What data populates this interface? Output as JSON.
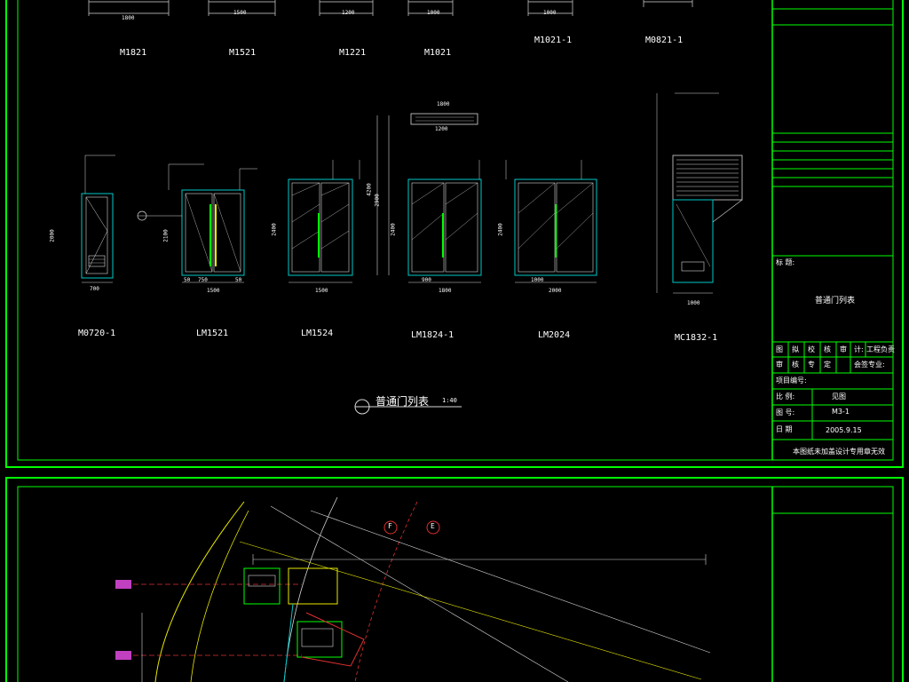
{
  "top_sheet": {
    "table_title": "普通门列表",
    "table_scale": "1:40",
    "row1_codes": [
      "M1821",
      "M1521",
      "M1221",
      "M1021",
      "M1021-1",
      "M0821-1"
    ],
    "row1_widths": [
      "1800",
      "1500",
      "1200",
      "1000",
      "1000"
    ],
    "row2_codes": [
      "M0720-1",
      "LM1521",
      "LM1524",
      "LM1824-1",
      "LM2024",
      "MC1832-1"
    ],
    "row2_widths": [
      "700",
      "1500",
      "1500",
      "1800",
      "2000",
      "1000"
    ],
    "heights": [
      "2000",
      "2100",
      "2400",
      "2400",
      "2400",
      "2900",
      "4200"
    ],
    "dim_labels": [
      "50",
      "750",
      "50",
      "900",
      "1000",
      "1200",
      "1800"
    ],
    "title_block": {
      "label_name": "标    题:",
      "drawing_name": "普通门列表",
      "rows": [
        {
          "a": "图",
          "b": "拟",
          "c": "校",
          "d": "核",
          "e": "审",
          "f": "计:",
          "g": "工程负责"
        },
        {
          "a": "审",
          "b": "核",
          "c": "专",
          "d": "定",
          "e": "",
          "f": "会签专业:",
          "g": ""
        }
      ],
      "project_code_label": "项目编号:",
      "scale_label": "比    例:",
      "scale_value": "见图",
      "sheet_no_label": "图    号:",
      "sheet_no_value": "M3-1",
      "date_label": "日    期",
      "date_value": "2005.9.15",
      "footer": "本图纸未加盖设计专用章无效"
    }
  },
  "bottom_sheet": {
    "grid_markers": [
      "F",
      "E"
    ]
  },
  "colors": {
    "background": "#000000",
    "frame": "#00ff00",
    "door_frame": "#00c8c8",
    "text": "#ffffff",
    "axis": "#e03030",
    "guide": "#e8e800"
  }
}
